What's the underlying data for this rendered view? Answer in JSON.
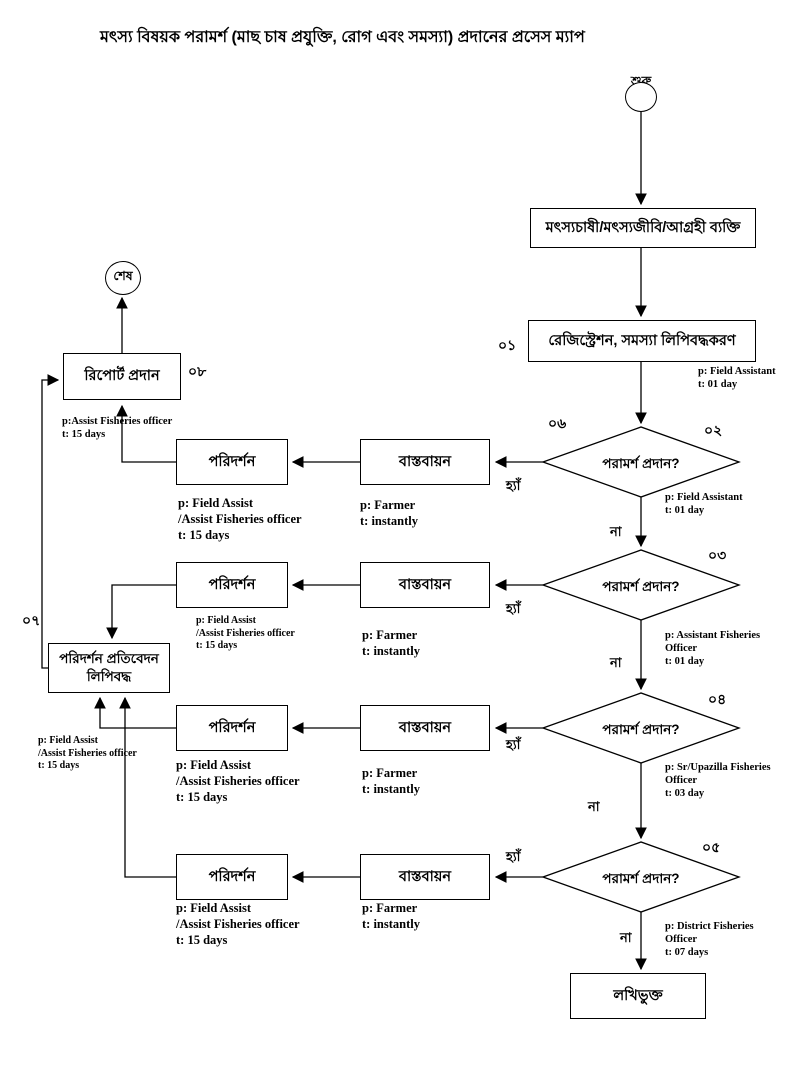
{
  "title": "মৎস্য বিষয়ক পরামর্শ (মাছ চাষ প্রযুক্তি, রোগ এবং সমস্যা) প্রদানের প্রসেস ম্যাপ",
  "terminals": {
    "start": "শুরু",
    "end": "শেষ"
  },
  "nodes": {
    "person": "মৎস্যচাষী/মৎস্যজীবি/আগ্রহী ব্যক্তি",
    "registration": "রেজিস্ট্রেশন, সমস্যা লিপিবদ্ধকরণ",
    "decision": "পরামর্শ প্রদান?",
    "implementation": "বাস্তবায়ন",
    "inspection": "পরিদর্শন",
    "report": "রিপোর্ট প্রদান",
    "record_line1": "পরিদর্শন প্রতিবেদন",
    "record_line2": "লিপিবদ্ধ",
    "documented": "লখিভুক্ত"
  },
  "steps": {
    "s01": "০১",
    "s02": "০২",
    "s03": "০৩",
    "s04": "০৪",
    "s05": "০৫",
    "s06": "০৬",
    "s07": "০৭",
    "s08": "০৮"
  },
  "edges": {
    "yes": "হ্যাঁ",
    "no": "না"
  },
  "notes": {
    "registration": [
      "p: Field Assistant",
      "t: 01 day"
    ],
    "decision1": [
      "p: Field Assistant",
      "t: 01 day"
    ],
    "decision2": [
      "p: Assistant Fisheries",
      "Officer",
      "t: 01 day"
    ],
    "decision3": [
      "p: Sr/Upazilla Fisheries",
      "Officer",
      "t: 03 day"
    ],
    "decision4": [
      "p: District Fisheries",
      "Officer",
      "t: 07 days"
    ],
    "report": [
      "p:Assist Fisheries officer",
      "t: 15 days"
    ],
    "left": [
      "p: Field Assist",
      "/Assist Fisheries officer",
      "t: 15 days"
    ],
    "inspection": [
      "p: Field Assist",
      "/Assist Fisheries officer",
      "t: 15 days"
    ],
    "farmer": [
      "p: Farmer",
      "t: instantly"
    ]
  }
}
